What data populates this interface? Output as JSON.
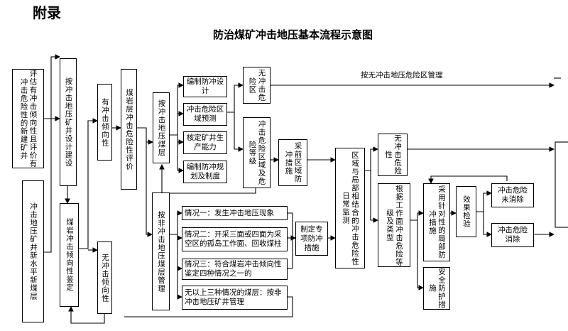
{
  "heading": "附录",
  "title": "防治煤矿冲击地压基本流程示意图",
  "boxes": {
    "evaluate_new_mines": "评估有冲击倾向性且评价有冲击危险性的新建矿井",
    "new_level_mines": "冲击地压矿井新水平新煤层",
    "design_construction": "按冲击地压矿井设计建设",
    "seam_tendency_test": "煤岩冲击倾向性鉴定",
    "has_tendency": "有冲击倾向性",
    "no_tendency": "无冲击倾向性",
    "hazard_evaluation": "煤岩层冲击危险性评价",
    "manage_as_burst_seam": "按冲击地压煤层",
    "manage_as_non_burst": "按非冲击地压煤层管理",
    "prepare_design": "编制防冲设计",
    "zone_prediction": "冲击危险区域预测",
    "verify_capacity": "核定矿井生产能力",
    "prepare_plans": "编制防冲规划及制度",
    "no_hazard_zone": "无冲击危险区",
    "hazard_zone_grading": "冲击危险区域及危险等级",
    "regional_measures": "采前区域防冲措施",
    "daily_monitoring": "区域与局部相结合的冲击危险性日常监测",
    "no_hazard_2": "无冲击危险性",
    "grade_by_face": "根据工作面冲击危险等级及类型",
    "targeted_local": "采用针对性的局部防冲措施",
    "safety_protection": "安全防护措施",
    "effect_check": "效果检验",
    "hazard_not_eliminated": "冲击危险未消除",
    "hazard_eliminated": "冲击危险消除",
    "situation_1": "情况一：发生冲击地压现象",
    "situation_2": "情况二：开采三面或四面为采空区的孤岛工作面、回收煤柱",
    "situation_3": "情况三：符合煤岩冲击倾向性鉴定四种情况之一的",
    "situation_none": "无以上三种情况的煤层：按非冲击地压矿井管理",
    "special_measures": "制定专项防冲措施"
  },
  "labels": {
    "no_hazard_management": "按无冲击地压危险区管理"
  }
}
